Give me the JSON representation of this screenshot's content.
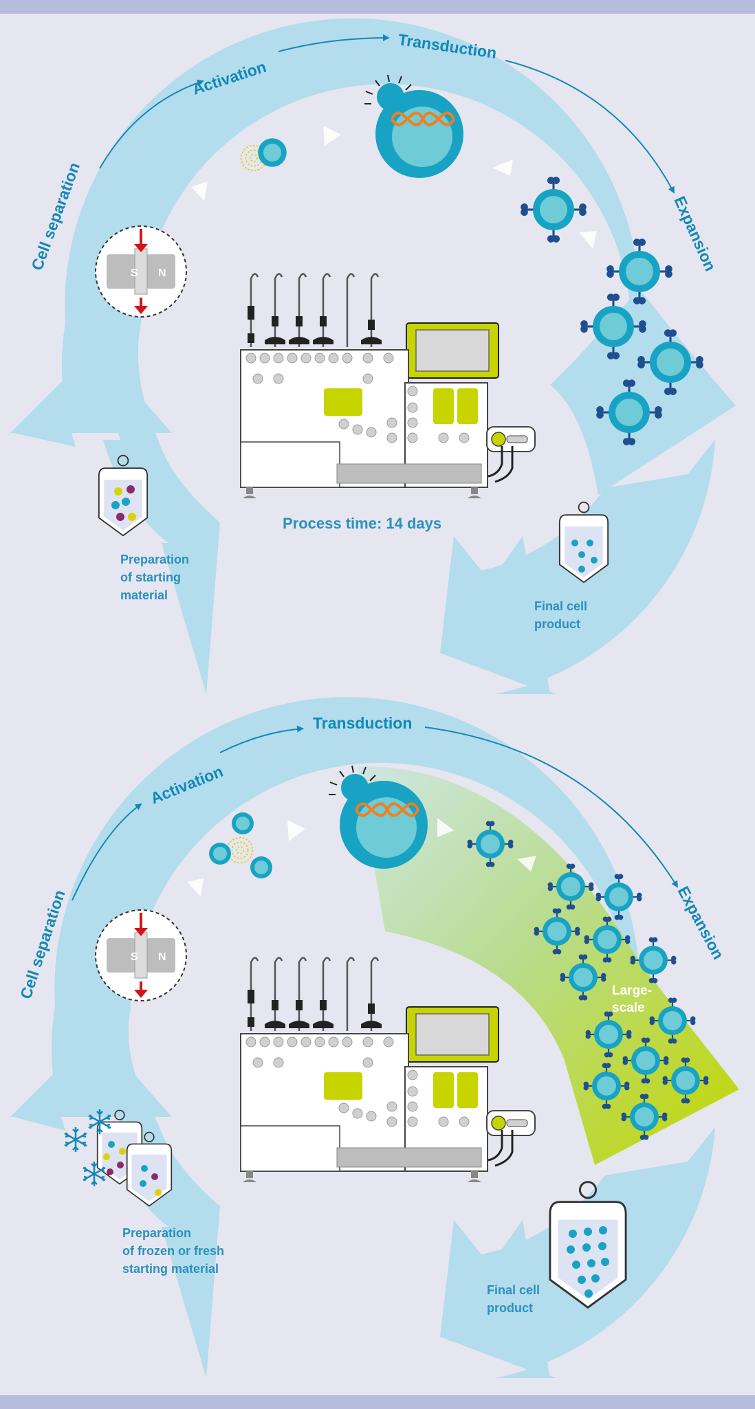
{
  "colors": {
    "background": "#e6e6f0",
    "band": "#b5bcdc",
    "arrow": "#b3dcec",
    "step_text": "#1388b8",
    "cell": "#18a3c4",
    "cell_inner": "#6fcbd6",
    "device_accent": "#c8d400",
    "magnet": "#bdbdbd",
    "magnet_arrow": "#d3141b",
    "large_scale_gradient": "#c2d600"
  },
  "top": {
    "steps": {
      "cell_separation": "Cell separation",
      "activation": "Activation",
      "transduction": "Transduction",
      "expansion": "Expansion"
    },
    "process_time": "Process time: 14 days",
    "prep": [
      "Preparation",
      "of starting",
      "material"
    ],
    "final": [
      "Final cell",
      "product"
    ]
  },
  "bottom": {
    "steps": {
      "cell_separation": "Cell separation",
      "activation": "Activation",
      "transduction": "Transduction",
      "expansion": "Expansion"
    },
    "large_scale": [
      "Large-",
      "scale"
    ],
    "prep": [
      "Preparation",
      "of frozen or fresh",
      "starting material"
    ],
    "final": [
      "Final cell",
      "product"
    ]
  },
  "magnet_labels": {
    "s": "S",
    "n": "N"
  },
  "icons": [
    "magnet-icon",
    "dna-icon",
    "snowflake-icon",
    "cell-bag-icon",
    "instrument-icon",
    "t-cell-icon",
    "virus-icon"
  ]
}
